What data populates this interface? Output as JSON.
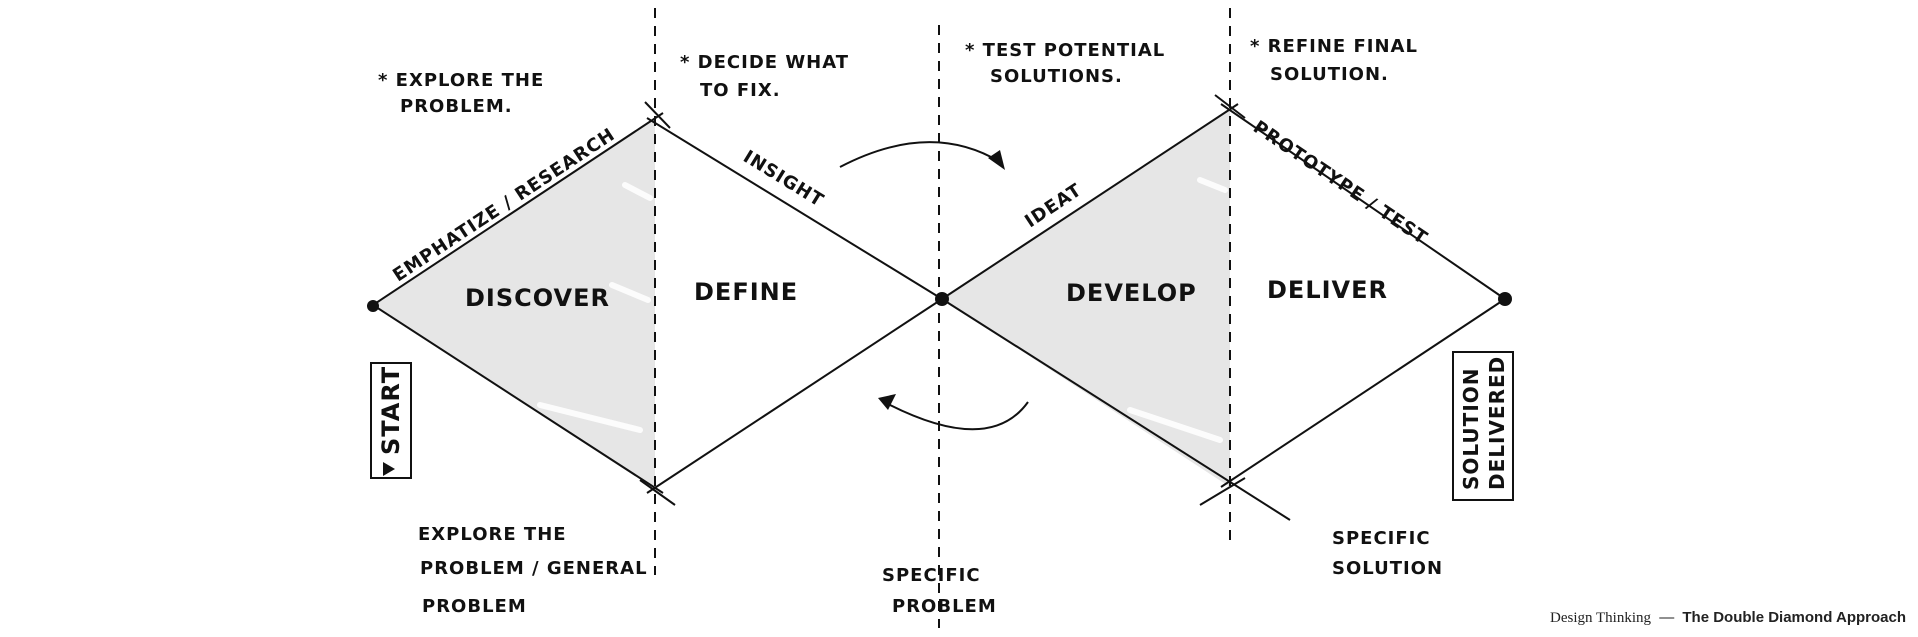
{
  "notes": {
    "explore": [
      "* Explore the",
      "problem."
    ],
    "decide": [
      "* Decide what",
      "to fix."
    ],
    "test": [
      "* Test potential",
      "solutions."
    ],
    "refine": [
      "* Refine final",
      "solution."
    ]
  },
  "edges": {
    "emphatize": "Emphatize / Research",
    "insight": "Insight",
    "ideate": "Ideat",
    "prototype": "Prototype / Test"
  },
  "phases": {
    "discover": "Discover",
    "define": "Define",
    "develop": "Develop",
    "deliver": "Deliver"
  },
  "bottom": {
    "general": [
      "Explore the",
      "problem / general",
      "problem"
    ],
    "specific_problem": [
      "Specific",
      "problem"
    ],
    "specific_solution": [
      "Specific",
      "solution"
    ]
  },
  "boxes": {
    "start": "Start",
    "solution": [
      "Solution",
      "Delivered"
    ]
  },
  "caption": {
    "title": "Design Thinking",
    "separator": "—",
    "subtitle": "The Double Diamond Approach"
  },
  "colors": {
    "ink": "#111111",
    "shade": "#e6e6e6"
  }
}
